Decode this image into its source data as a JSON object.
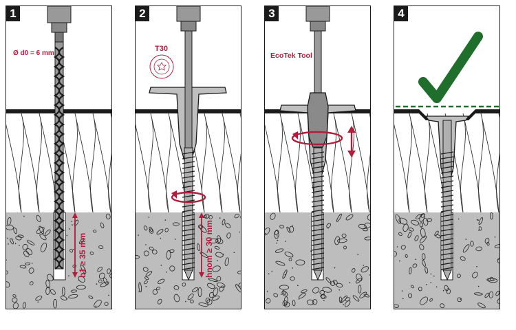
{
  "panels": [
    {
      "number": "1",
      "diameter_label": "Ø d0 = 6 mm",
      "depth_label": "b1 ≥ 35 mm"
    },
    {
      "number": "2",
      "bit_label": "T30",
      "embed_label": "hnom ≥ 30 mm"
    },
    {
      "number": "3",
      "tool_label": "EcoTek Tool"
    },
    {
      "number": "4"
    }
  ],
  "colors": {
    "accent_red": "#b01e3c",
    "check_green": "#1f6e2c",
    "concrete": "#bdbdbd",
    "outline": "#1a1a1a"
  },
  "icons": [
    "drill-chuck-icon",
    "drill-bit-icon",
    "torx-bit-icon",
    "rotation-arrow-icon",
    "vertical-arrow-icon",
    "checkmark-icon"
  ]
}
